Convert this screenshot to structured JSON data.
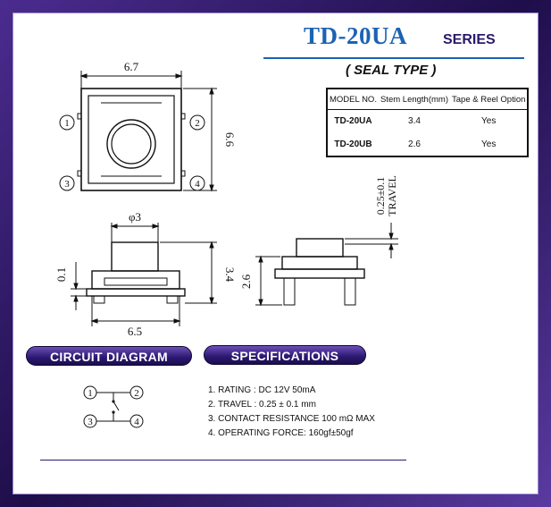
{
  "header": {
    "title": "TD-20UA",
    "series": "SERIES",
    "subtitle": "( SEAL TYPE )"
  },
  "model_table": {
    "headers": [
      "MODEL NO.",
      "Stem Length(mm)",
      "Tape & Reel Option"
    ],
    "rows": [
      {
        "model": "TD-20UA",
        "stem": "3.4",
        "reel": "Yes"
      },
      {
        "model": "TD-20UB",
        "stem": "2.6",
        "reel": "Yes"
      }
    ]
  },
  "drawing": {
    "top_width": "6.7",
    "top_height": "6.6",
    "pins": [
      "1",
      "2",
      "3",
      "4"
    ],
    "stem_diameter": "φ3",
    "base_height": "0.1",
    "side_height": "3.4",
    "base_width": "6.5",
    "side_b_height": "2.6",
    "travel_value": "0.25±0.1",
    "travel_label": "TRAVEL"
  },
  "circuit": {
    "label": "CIRCUIT DIAGRAM",
    "pins": [
      "1",
      "2",
      "3",
      "4"
    ]
  },
  "specifications": {
    "label": "SPECIFICATIONS",
    "items": [
      "1. RATING : DC 12V  50mA",
      "2. TRAVEL : 0.25 ± 0.1 mm",
      "3. CONTACT RESISTANCE 100 mΩ MAX",
      "4. OPERATING FORCE: 160gf±50gf"
    ]
  },
  "colors": {
    "title": "#1b63b3",
    "pill_bg": "#2b1870",
    "frame": "#3a2478"
  }
}
